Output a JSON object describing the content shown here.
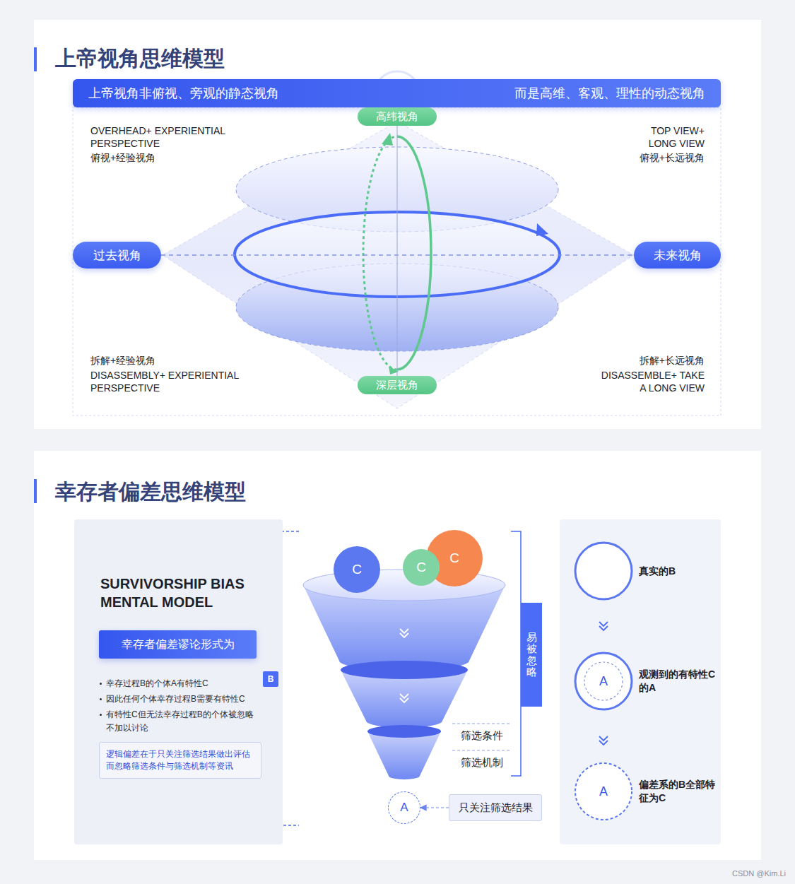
{
  "diagram": {
    "title": "上帝视角思维模型",
    "nodes": [
      {
        "text": [
          "上帝视角非俯视、旁观的静态视角",
          "而是高维、客观、理性的动态视角"
        ]
      },
      {
        "text": [
          "高纬视角"
        ]
      },
      {
        "text": [
          "过去视角"
        ]
      },
      {
        "text": [
          "未来视角"
        ]
      },
      {
        "text": [
          "深层视角"
        ]
      },
      {
        "text": [
          "SURVIVORSHIP BIAS MENTAL MODEL",
          "幸存过程B的个体A有特性C",
          "因此任何个体幸存过程B需要有特性C",
          "有特性C但无法幸存过程B的个体被忽略不加以讨论"
        ]
      },
      {
        "text": [
          "幸存者偏差谬论形式为"
        ],
        "in": 5
      },
      {
        "text": [
          "逻辑偏差在于只关注筛选结果做出评估而忽略筛选条件与筛选机制等资讯"
        ],
        "in": 5
      },
      {
        "text": [
          "B"
        ]
      },
      {
        "text": [
          "C"
        ]
      },
      {
        "text": [
          "C"
        ]
      },
      {
        "text": [
          "C"
        ]
      },
      {
        "text": [
          "易被忽略"
        ]
      },
      {
        "text": [
          "A"
        ]
      },
      {
        "text": [
          "只关注筛选结果"
        ]
      },
      {
        "text": [
          "真实的B"
        ]
      },
      {
        "text": [
          "A",
          "观测到的有特性C的A"
        ]
      },
      {
        "text": [
          "A",
          "偏差系的B全部特征为C"
        ]
      }
    ],
    "edges": [
      {
        "from": 2,
        "to": 3,
        "arrow": "none"
      },
      {
        "from": 4,
        "to": 1,
        "arrow": "none"
      },
      {
        "from": 14,
        "to": 13,
        "arrow": "to"
      }
    ],
    "labels": [
      "OVERHEAD+ EXPERIENTIAL PERSPECTIVE",
      "俯视+经验视角",
      "TOP VIEW+ LONG VIEW",
      "俯视+长远视角",
      "拆解+经验视角",
      "DISASSEMBLY+ EXPERIENTIAL PERSPECTIVE",
      "拆解+长远视角",
      "DISASSEMBLE+ TAKE A LONG VIEW",
      "幸存者偏差思维模型",
      "筛选条件",
      "筛选机制",
      "CSDN @Kim.Li"
    ]
  }
}
